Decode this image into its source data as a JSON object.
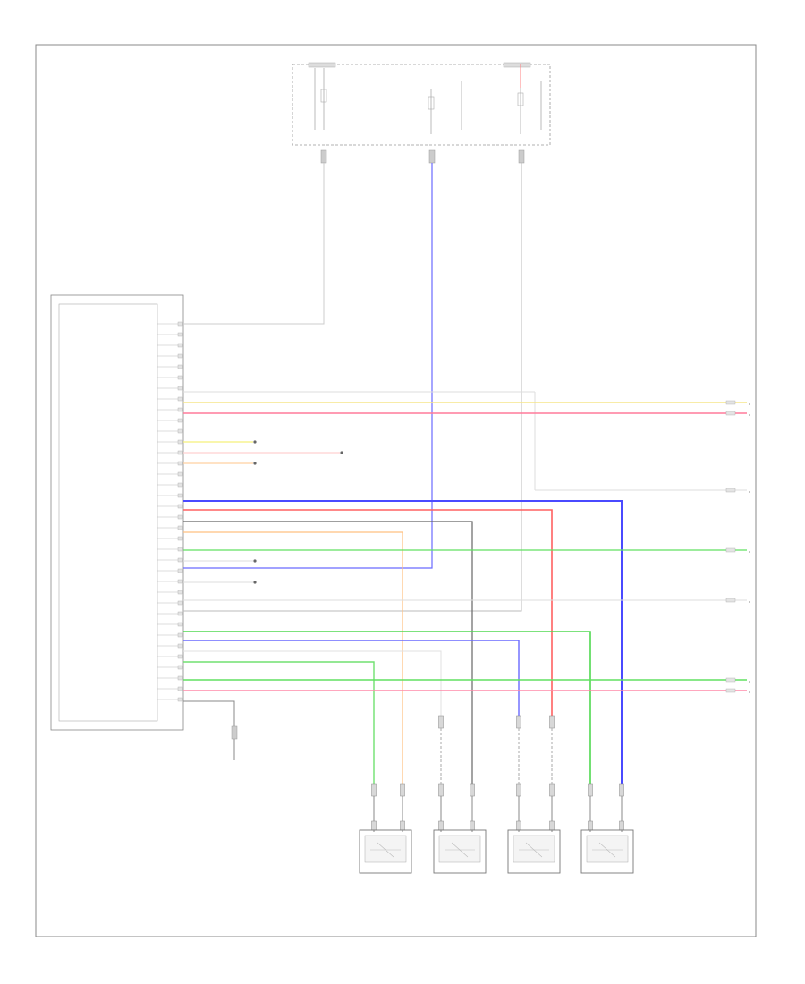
{
  "diagram": {
    "footer_code": "",
    "top_fuse_box": {
      "left_label": "",
      "mid_label": "",
      "right_label": "",
      "right_side_note": ""
    },
    "ecu": {
      "name_left": "",
      "caption": ""
    },
    "ground_label": "",
    "sensors": [
      {
        "id": "sensor-1",
        "caption": ""
      },
      {
        "id": "sensor-2",
        "caption": ""
      },
      {
        "id": "sensor-3",
        "caption": ""
      },
      {
        "id": "sensor-4",
        "caption": ""
      }
    ],
    "wire_colors": {
      "blue": "#5050ff",
      "red": "#ff6060",
      "green": "#40e040",
      "orange": "#ffb060",
      "yellow": "#f0f070",
      "gray": "#9a9a9a",
      "pink": "#ffb0b0",
      "lightgray": "#cccccc",
      "darkgray": "#555555"
    }
  }
}
